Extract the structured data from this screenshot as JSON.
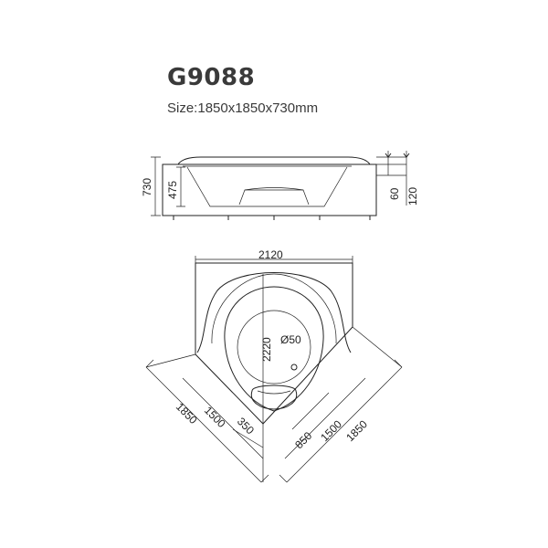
{
  "header": {
    "model": "G9088",
    "size": "Size:1850x1850x730mm"
  },
  "side_view": {
    "height_total": "730",
    "height_inner": "475",
    "rim_small": "60",
    "rim_large": "120"
  },
  "top_view": {
    "width_top": "2120",
    "diagonal": "2220",
    "drain": "Ø50",
    "left_outer": "1850",
    "left_inner": "1500",
    "left_seat": "350",
    "right_seat": "850",
    "right_inner": "1500",
    "right_outer": "1850"
  },
  "colors": {
    "line": "#222222",
    "title": "#3a3a3a"
  }
}
